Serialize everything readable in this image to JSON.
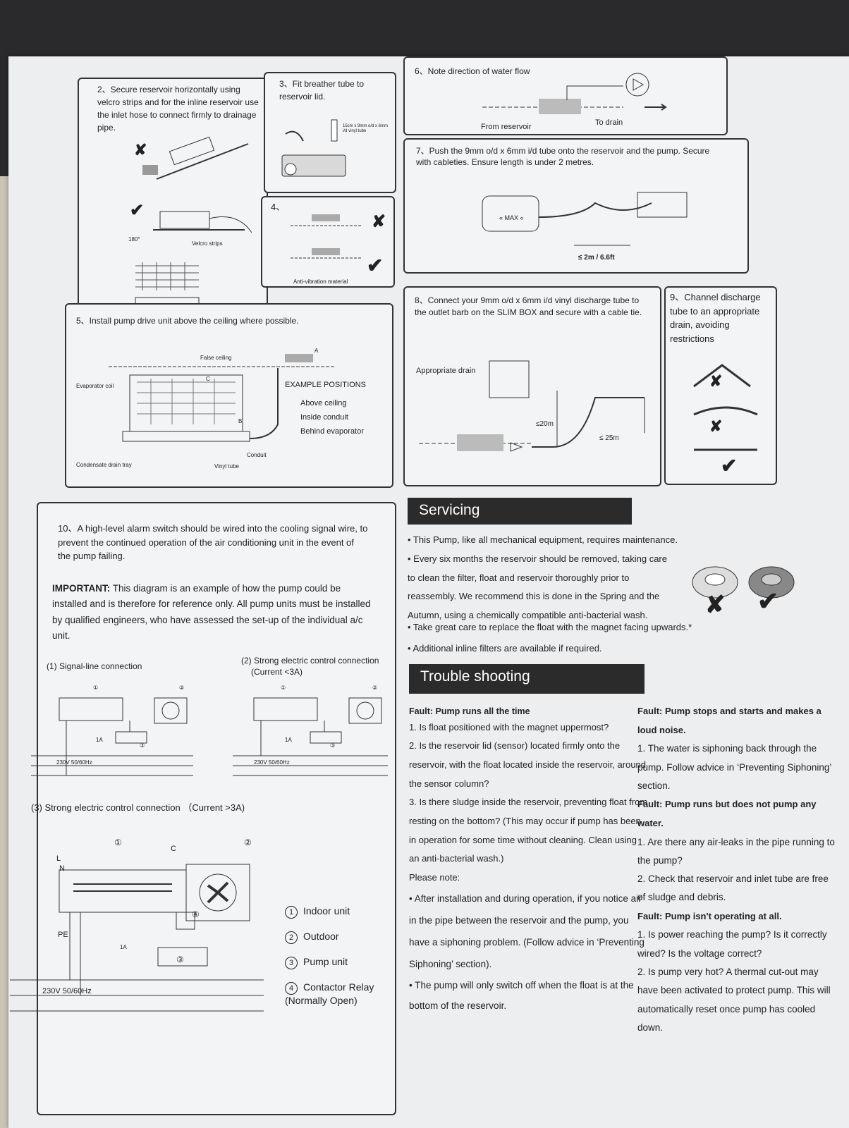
{
  "steps": {
    "s2": {
      "text": "2、Secure reservoir horizontally using velcro strips and for the inline reservoir use the inlet hose to connect firmly to drainage pipe.",
      "velcro_label": "Velcro strips",
      "angle_label": "180°"
    },
    "s3": {
      "text": "3、Fit breather tube to reservoir lid.",
      "tube_label": "15cm x 9mm o/d x 6mm i/d vinyl tube"
    },
    "s4": {
      "text": "4、",
      "material_label": "Anti-vibration material"
    },
    "s5": {
      "text": "5、Install pump drive unit above the ceiling where possible.",
      "false_ceiling": "False ceiling",
      "evaporator": "Evaporator coil",
      "tray": "Condensate drain tray",
      "vinyl": "Vinyl tube",
      "conduit": "Conduit",
      "example_title": "EXAMPLE POSITIONS",
      "pos_a": "Above ceiling",
      "pos_b": "Inside conduit",
      "pos_c": "Behind evaporator",
      "letter_a": "A",
      "letter_b": "B",
      "letter_c": "C"
    },
    "s6": {
      "text": "6、Note direction of water flow",
      "from": "From reservoir",
      "to": "To drain"
    },
    "s7": {
      "text": "7、Push the 9mm o/d x 6mm i/d tube onto the reservoir and the pump. Secure with cableties. Ensure length is under 2 metres.",
      "max": "« MAX «",
      "length": "≤ 2m / 6.6ft"
    },
    "s8": {
      "text": "8、Connect your 9mm o/d x 6mm i/d vinyl discharge tube to the outlet barb on the SLIM BOX and secure with a cable tie.",
      "drain": "Appropriate drain",
      "h20": "≤20m",
      "h25": "≤ 25m"
    },
    "s9": {
      "text": "9、Channel discharge tube to an appropriate drain, avoiding restrictions"
    },
    "s10": {
      "text": "10、A high-level alarm switch should be wired into the cooling signal wire, to prevent the continued operation of the air conditioning unit in the event of the pump failing.",
      "important_label": "IMPORTANT:",
      "important": "This diagram is an example of how the pump could be installed and is therefore for reference only. All pump units must be installed by qualified engineers, who have assessed the set-up of the individual a/c unit."
    }
  },
  "wiring": {
    "c1": "(1) Signal-line connection",
    "c2": "(2) Strong electric control connection",
    "c2_sub": "(Current <3A)",
    "c3": "(3) Strong electric control connection （Current >3A)",
    "supply": "230V 50/60Hz",
    "L": "L",
    "N": "N",
    "PE": "PE",
    "C": "C",
    "fuse": "1A",
    "n1": "①",
    "n2": "②",
    "n3": "③",
    "n4": "④",
    "legend": [
      {
        "num": "1",
        "label": "Indoor unit"
      },
      {
        "num": "2",
        "label": "Outdoor"
      },
      {
        "num": "3",
        "label": "Pump unit"
      },
      {
        "num": "4",
        "label": "Contactor Relay (Normally Open)"
      }
    ]
  },
  "servicing": {
    "title": "Servicing",
    "b1": "• This Pump, like all mechanical equipment, requires maintenance.",
    "b2": "• Every six months the reservoir should be removed, taking care to clean the filter, float and reservoir thoroughly prior to reassembly. We recommend this is done in the Spring and the Autumn, using a chemically compatible anti-bacterial wash.",
    "b3": "• Take great care to replace the float with the magnet facing upwards.*",
    "b4": "• Additional inline filters are available if required."
  },
  "trouble": {
    "title": "Trouble shooting",
    "f1_title": "Fault: Pump runs all the time",
    "f1_1": "1. Is float positioned with the magnet uppermost?",
    "f1_2": "2. Is the reservoir lid (sensor) located firmly onto the reservoir, with the float located inside the reservoir, around the sensor column?",
    "f1_3": "3. Is there sludge inside the reservoir, preventing float from resting on the bottom? (This may occur if pump has been in operation for some time without cleaning. Clean using an anti-bacterial wash.)",
    "note_title": "Please note:",
    "note_1": "• After installation and during operation, if you notice air in the pipe between the reservoir and the pump, you have a siphoning problem. (Follow advice in ‘Preventing Siphoning’ section).",
    "note_2": "• The pump will only switch off when the float is at the bottom of the reservoir.",
    "f2_title": "Fault: Pump stops and starts and makes a loud noise.",
    "f2_1": "1. The water is siphoning back through the pump. Follow advice in ‘Preventing Siphoning’ section.",
    "f3_title": "Fault: Pump runs but does not pump any water.",
    "f3_1": "1. Are there any air-leaks in the pipe running to the pump?",
    "f3_2": "2. Check that reservoir and inlet tube are free of sludge and debris.",
    "f4_title": "Fault: Pump isn't operating at all.",
    "f4_1": "1. Is power reaching the pump? Is it correctly wired? Is the voltage correct?",
    "f4_2": "2. Is pump very hot? A thermal cut-out may have been activated to protect pump. This will automatically reset once pump has cooled down."
  },
  "marks": {
    "cross": "✘",
    "check": "✔"
  },
  "colors": {
    "paper": "#eceef0",
    "ink": "#222222",
    "band": "#2b2b2b"
  }
}
